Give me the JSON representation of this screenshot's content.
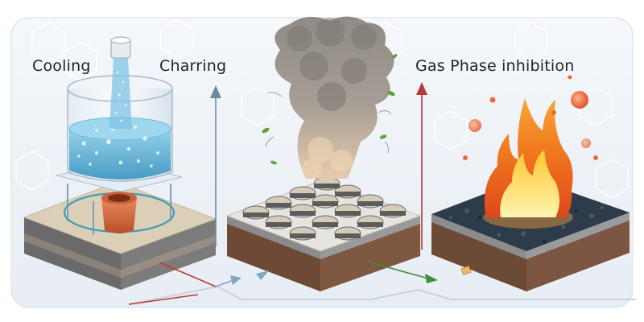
{
  "labels": {
    "cooling": "Cooling",
    "charring": "Charring",
    "gas_phase": "Gas Phase inhibition"
  },
  "colors": {
    "background": "#eef2f7",
    "water": "#5fb3d6",
    "charring_arrow": "#6d8aa0",
    "gas_arrow": "#b23a3a",
    "flame_outer": "#f07a1e",
    "flame_inner": "#ffd54a",
    "flow_red": "#c0392b",
    "flow_blue": "#7fa6c4",
    "flow_green": "#3f8f3a"
  },
  "icons": [
    "water-stream-icon",
    "smoke-plume-icon",
    "leaf-icon",
    "flame-icon",
    "ember-icon"
  ]
}
